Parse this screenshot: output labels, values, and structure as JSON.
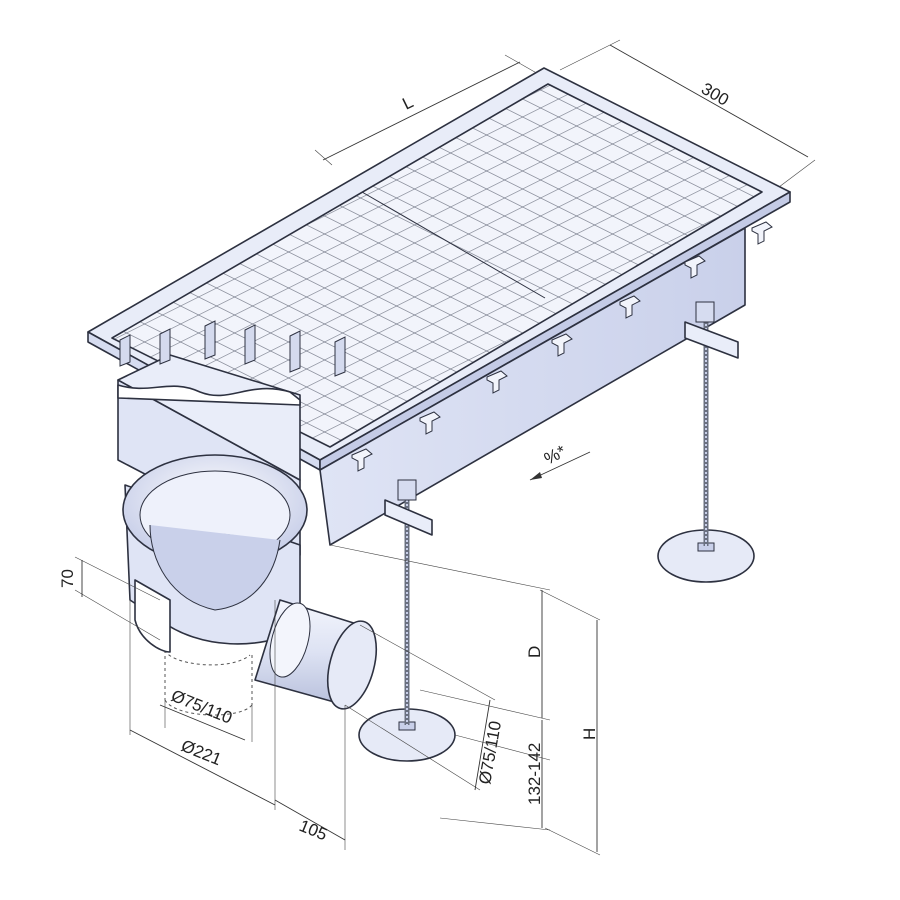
{
  "drawing": {
    "colors": {
      "steel_light": "#eef1fb",
      "steel_mid": "#d6dcf0",
      "steel_dark": "#aeb6d2",
      "outline": "#2d3140"
    },
    "dimensions": {
      "length": "L",
      "width": "300",
      "slope": "%*",
      "outlet_height": "70",
      "outlet_inner_diameter": "Ø75/110",
      "body_diameter": "Ø221",
      "outlet_offset": "105",
      "side_pipe_diameter": "Ø75/110",
      "depth": "D",
      "foot_range": "132-142",
      "total_height": "H"
    }
  }
}
